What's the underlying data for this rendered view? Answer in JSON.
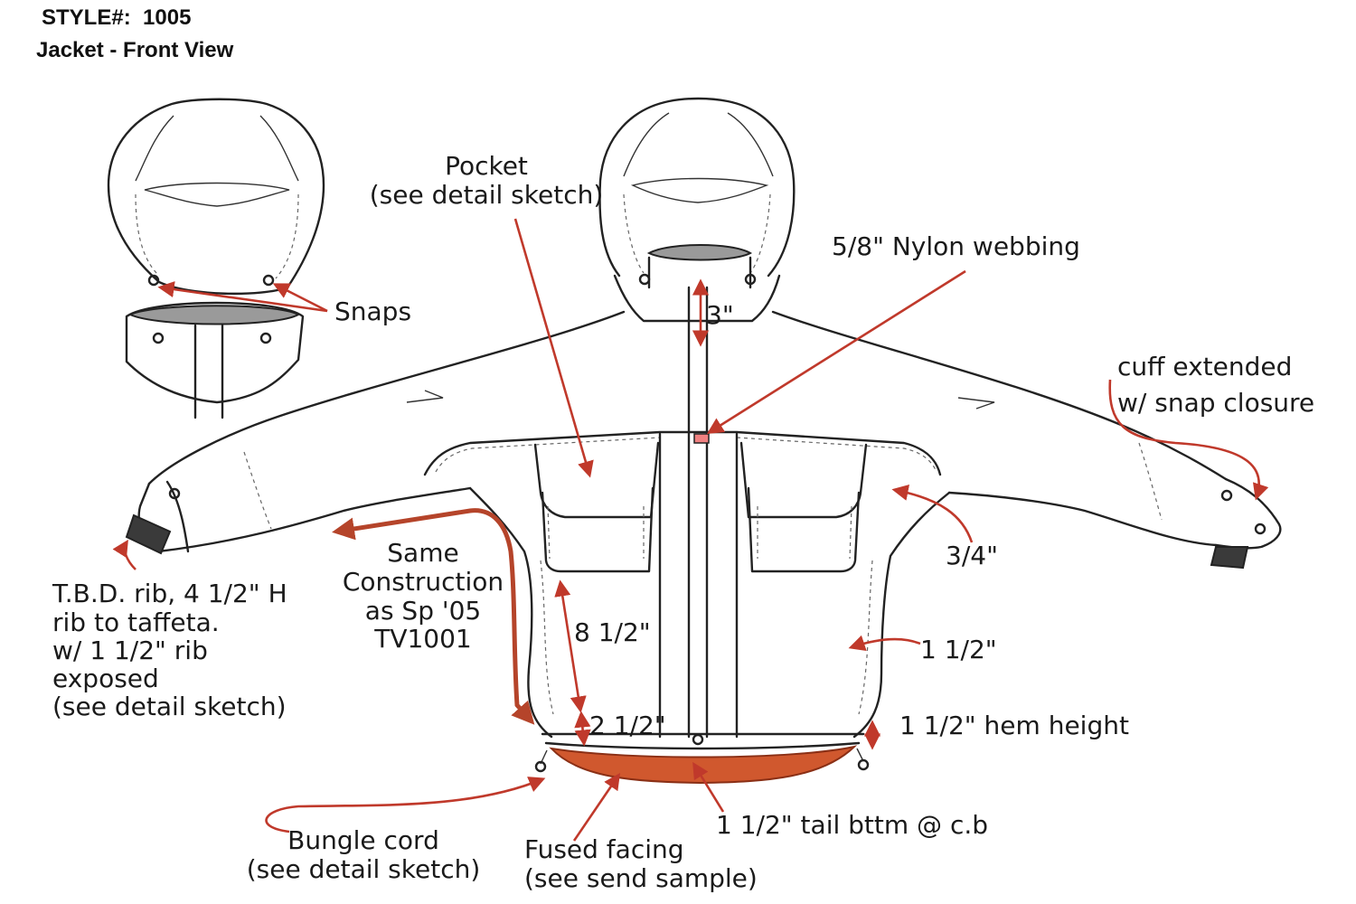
{
  "header": {
    "style_label": "STYLE#:",
    "style_number": "1005",
    "view_title": "Jacket - Front View"
  },
  "callouts": {
    "pocket": [
      "Pocket",
      "(see detail sketch)"
    ],
    "webbing": "5/8\" Nylon webbing",
    "snaps": "Snaps",
    "hood_height": "3\"",
    "cuff": [
      "cuff extended",
      "w/ snap closure"
    ],
    "rib": [
      "T.B.D.  rib, 4 1/2\" H",
      "rib to taffeta.",
      "w/ 1 1/2\" rib",
      "exposed",
      "(see detail sketch)"
    ],
    "construction": [
      "Same",
      "Construction",
      "as Sp '05",
      "TV1001"
    ],
    "side_panel": "8 1/2\"",
    "lower_panel": "2 1/2\"",
    "shoulder_seam": "3/4\"",
    "side_gap": "1 1/2\"",
    "hem_height": "1 1/2\" hem height",
    "tail": "1 1/2\" tail bttm @ c.b",
    "bungee": [
      "Bungle cord",
      "(see detail sketch)"
    ],
    "facing": [
      "Fused facing",
      "(see send sample)"
    ]
  },
  "colors": {
    "line": "#222222",
    "callout_red": "#c0392b",
    "facing_fill": "#d0582e",
    "hood_lining": "#9a9a9a",
    "rib_knit": "#3a3a3a"
  }
}
